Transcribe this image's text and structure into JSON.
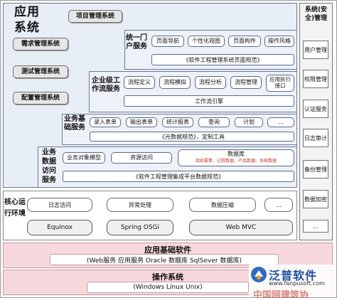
{
  "app": {
    "title": "应用系统",
    "project_mgmt": "项目管理系统",
    "side_buttons": [
      "需求管理系统",
      "测试管理系统",
      "配置管理系统"
    ]
  },
  "portal": {
    "label": "统一门户服务",
    "items": [
      "页面导航",
      "个性化视图",
      "页面构件",
      "操作风格"
    ],
    "bar": "《软件工程管理系统页面规范》"
  },
  "workflow": {
    "label": "企业级工作流服务",
    "items": [
      "流程定义",
      "流程模拟",
      "流程分析",
      "流程管理",
      "应用执行接口"
    ],
    "bar": "工作流引擎"
  },
  "business_base": {
    "label": "业务基础服务",
    "items": [
      "录入表单",
      "输出表单",
      "统计报表",
      "查询",
      "计划",
      "..."
    ],
    "bar": "《元数据规范》，定制工具"
  },
  "data_access": {
    "label": "业务数据访问服务",
    "items": [
      "业务对象模型",
      "资源访问"
    ],
    "db_title": "数据库",
    "db_sub": "组织要素、过程数据、产品数据、系统数据",
    "bar": "《软件工程管理集成平台数据规范》"
  },
  "security": {
    "title": "系统(安全)管理",
    "items": [
      "用户管理",
      "权限管理",
      "认证服务",
      "日志审计",
      "备份管理",
      "数据加密",
      "..."
    ]
  },
  "core": {
    "label": "核心运行环境",
    "row1": [
      "日志访问",
      "异常处理",
      "数据压缩",
      "..."
    ],
    "row2": [
      "Equinox",
      "Spring OSGi",
      "Web MVC"
    ]
  },
  "app_base": {
    "title": "应用基础软件",
    "bar": "(Web服务 应用服务 Oracle 数据库 SqlSever 数据库)"
  },
  "os": {
    "title": "操作系统",
    "bar": "(Windows Linux Unix)"
  },
  "logo": {
    "brand": "泛普软件",
    "url": "www.fanpusoft.com",
    "bottom": "中国网建筑协"
  }
}
